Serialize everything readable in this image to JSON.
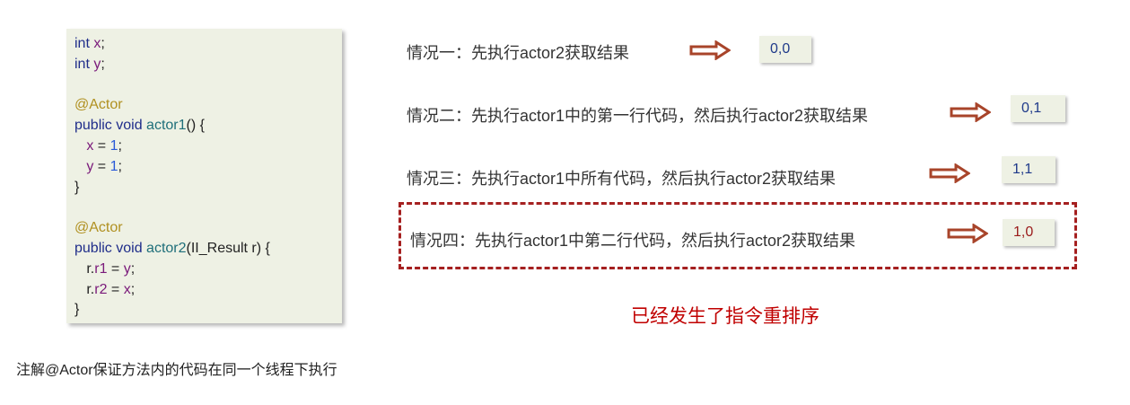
{
  "code": [
    [
      [
        "kw",
        "int "
      ],
      [
        "var",
        "x"
      ],
      [
        "pl",
        ";"
      ]
    ],
    [
      [
        "kw",
        "int "
      ],
      [
        "var",
        "y"
      ],
      [
        "pl",
        ";"
      ]
    ],
    [],
    [
      [
        "ann",
        "@Actor"
      ]
    ],
    [
      [
        "kw",
        "public void "
      ],
      [
        "fn",
        "actor1"
      ],
      [
        "pl",
        "() {"
      ]
    ],
    [
      [
        "pl",
        "   "
      ],
      [
        "var",
        "x"
      ],
      [
        "pl",
        " = "
      ],
      [
        "num",
        "1"
      ],
      [
        "pl",
        ";"
      ]
    ],
    [
      [
        "pl",
        "   "
      ],
      [
        "var",
        "y"
      ],
      [
        "pl",
        " = "
      ],
      [
        "num",
        "1"
      ],
      [
        "pl",
        ";"
      ]
    ],
    [
      [
        "pl",
        "}"
      ]
    ],
    [],
    [
      [
        "ann",
        "@Actor"
      ]
    ],
    [
      [
        "kw",
        "public void "
      ],
      [
        "fn",
        "actor2"
      ],
      [
        "pl",
        "(II_Result r) {"
      ]
    ],
    [
      [
        "pl",
        "   r."
      ],
      [
        "var",
        "r1"
      ],
      [
        "pl",
        " = "
      ],
      [
        "var",
        "y"
      ],
      [
        "pl",
        ";"
      ]
    ],
    [
      [
        "pl",
        "   r."
      ],
      [
        "var",
        "r2"
      ],
      [
        "pl",
        " = "
      ],
      [
        "var",
        "x"
      ],
      [
        "pl",
        ";"
      ]
    ],
    [
      [
        "pl",
        "}"
      ]
    ]
  ],
  "cases": [
    {
      "text": "情况一：先执行actor2获取结果",
      "result": "0,0"
    },
    {
      "text": "情况二：先执行actor1中的第一行代码，然后执行actor2获取结果",
      "result": "0,1"
    },
    {
      "text": "情况三：先执行actor1中所有代码，然后执行actor2获取结果",
      "result": "1,1"
    },
    {
      "text": "情况四：先执行actor1中第二行代码，然后执行actor2获取结果",
      "result": "1,0"
    }
  ],
  "conclusion": "已经发生了指令重排序",
  "note": "注解@Actor保证方法内的代码在同一个线程下执行",
  "colors": {
    "arrow": "#a8442a",
    "highlight": "#c00000",
    "result_highlight": "#9a1a1a"
  }
}
